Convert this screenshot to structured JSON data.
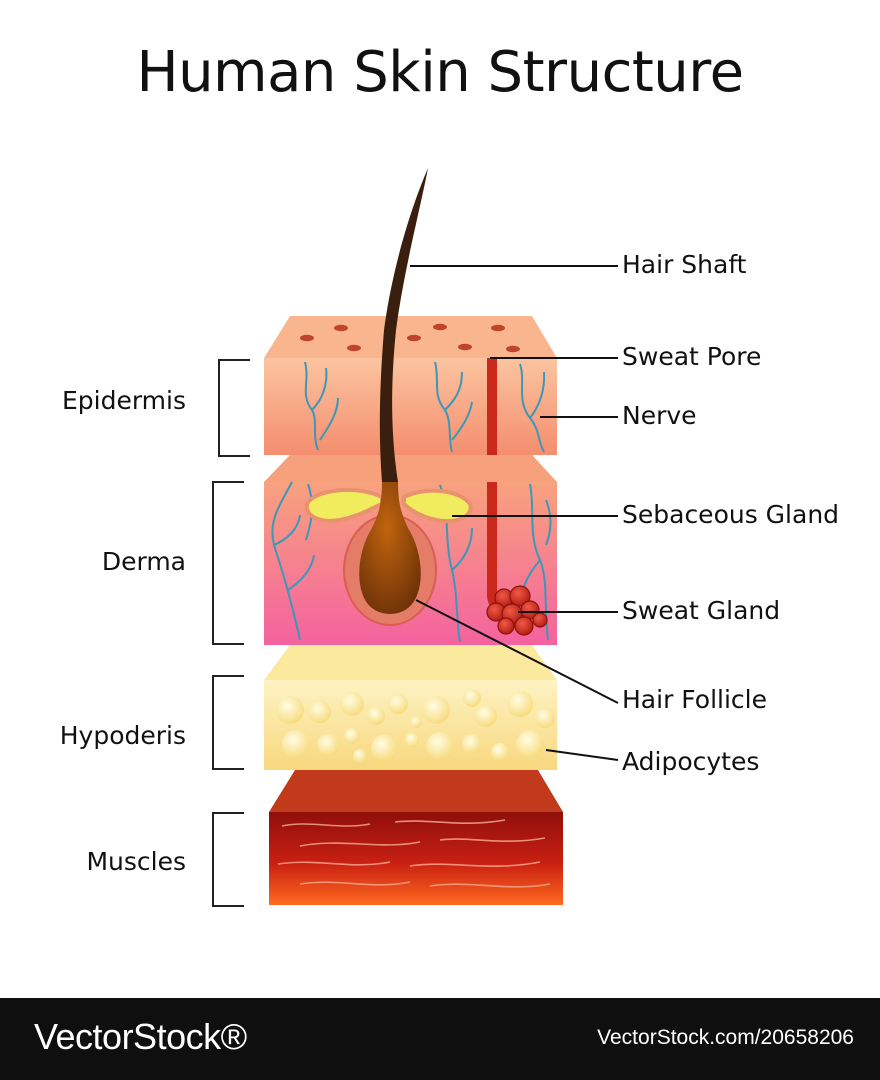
{
  "title": "Human Skin Structure",
  "layers": {
    "epidermis": "Epidermis",
    "derma": "Derma",
    "hypoderis": "Hypoderis",
    "muscles": "Muscles"
  },
  "callouts": {
    "hair_shaft": "Hair Shaft",
    "sweat_pore": "Sweat Pore",
    "nerve": "Nerve",
    "sebaceous_gland": "Sebaceous Gland",
    "sweat_gland": "Sweat Gland",
    "hair_follicle": "Hair Follicle",
    "adipocytes": "Adipocytes"
  },
  "watermark": {
    "logo": "VectorStock®",
    "id": "VectorStock.com/20658206"
  },
  "colors": {
    "epidermis": "#f7a982",
    "derma_top": "#f7a07c",
    "derma_bottom": "#f56aa4",
    "hypodermis": "#fbe6a0",
    "muscle": "#b9150c",
    "hair": "#3b1f0e",
    "nerve": "#3e97b8",
    "sweat_duct": "#c9281a",
    "sebaceous": "#f0ec5e",
    "footer": "#0f0f10"
  }
}
